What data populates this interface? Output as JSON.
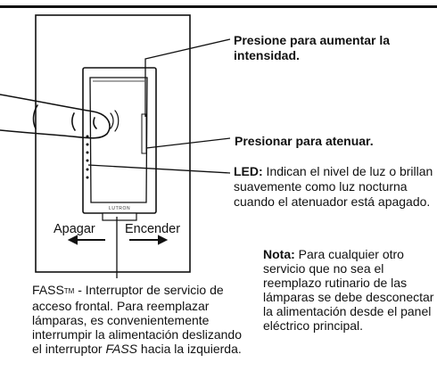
{
  "callouts": {
    "raise": "Presione para aumentar la intensidad.",
    "lower": "Presionar para atenuar.",
    "led_label": "LED:",
    "led_text": " Indican el nivel de luz o brillan suavemente como luz nocturna cuando el atenuador está apagado.",
    "note_label": "Nota:",
    "note_text": " Para cualquier otro servicio que no sea el reemplazo rutinario de las lámparas se debe desconectar la alimentación desde el panel eléctrico principal.",
    "fass_prefix": "FASS",
    "fass_tm": "TM",
    "fass_text_1": " - Interruptor de servicio de acceso frontal. Para reemplazar lámparas, es convenientemente interrumpir la alimentación deslizando el interruptor ",
    "fass_italic": "FASS",
    "fass_text_2": " hacia la izquierda."
  },
  "device": {
    "off_label": "Apagar",
    "on_label": "Encender",
    "brand": "LUTRON"
  }
}
